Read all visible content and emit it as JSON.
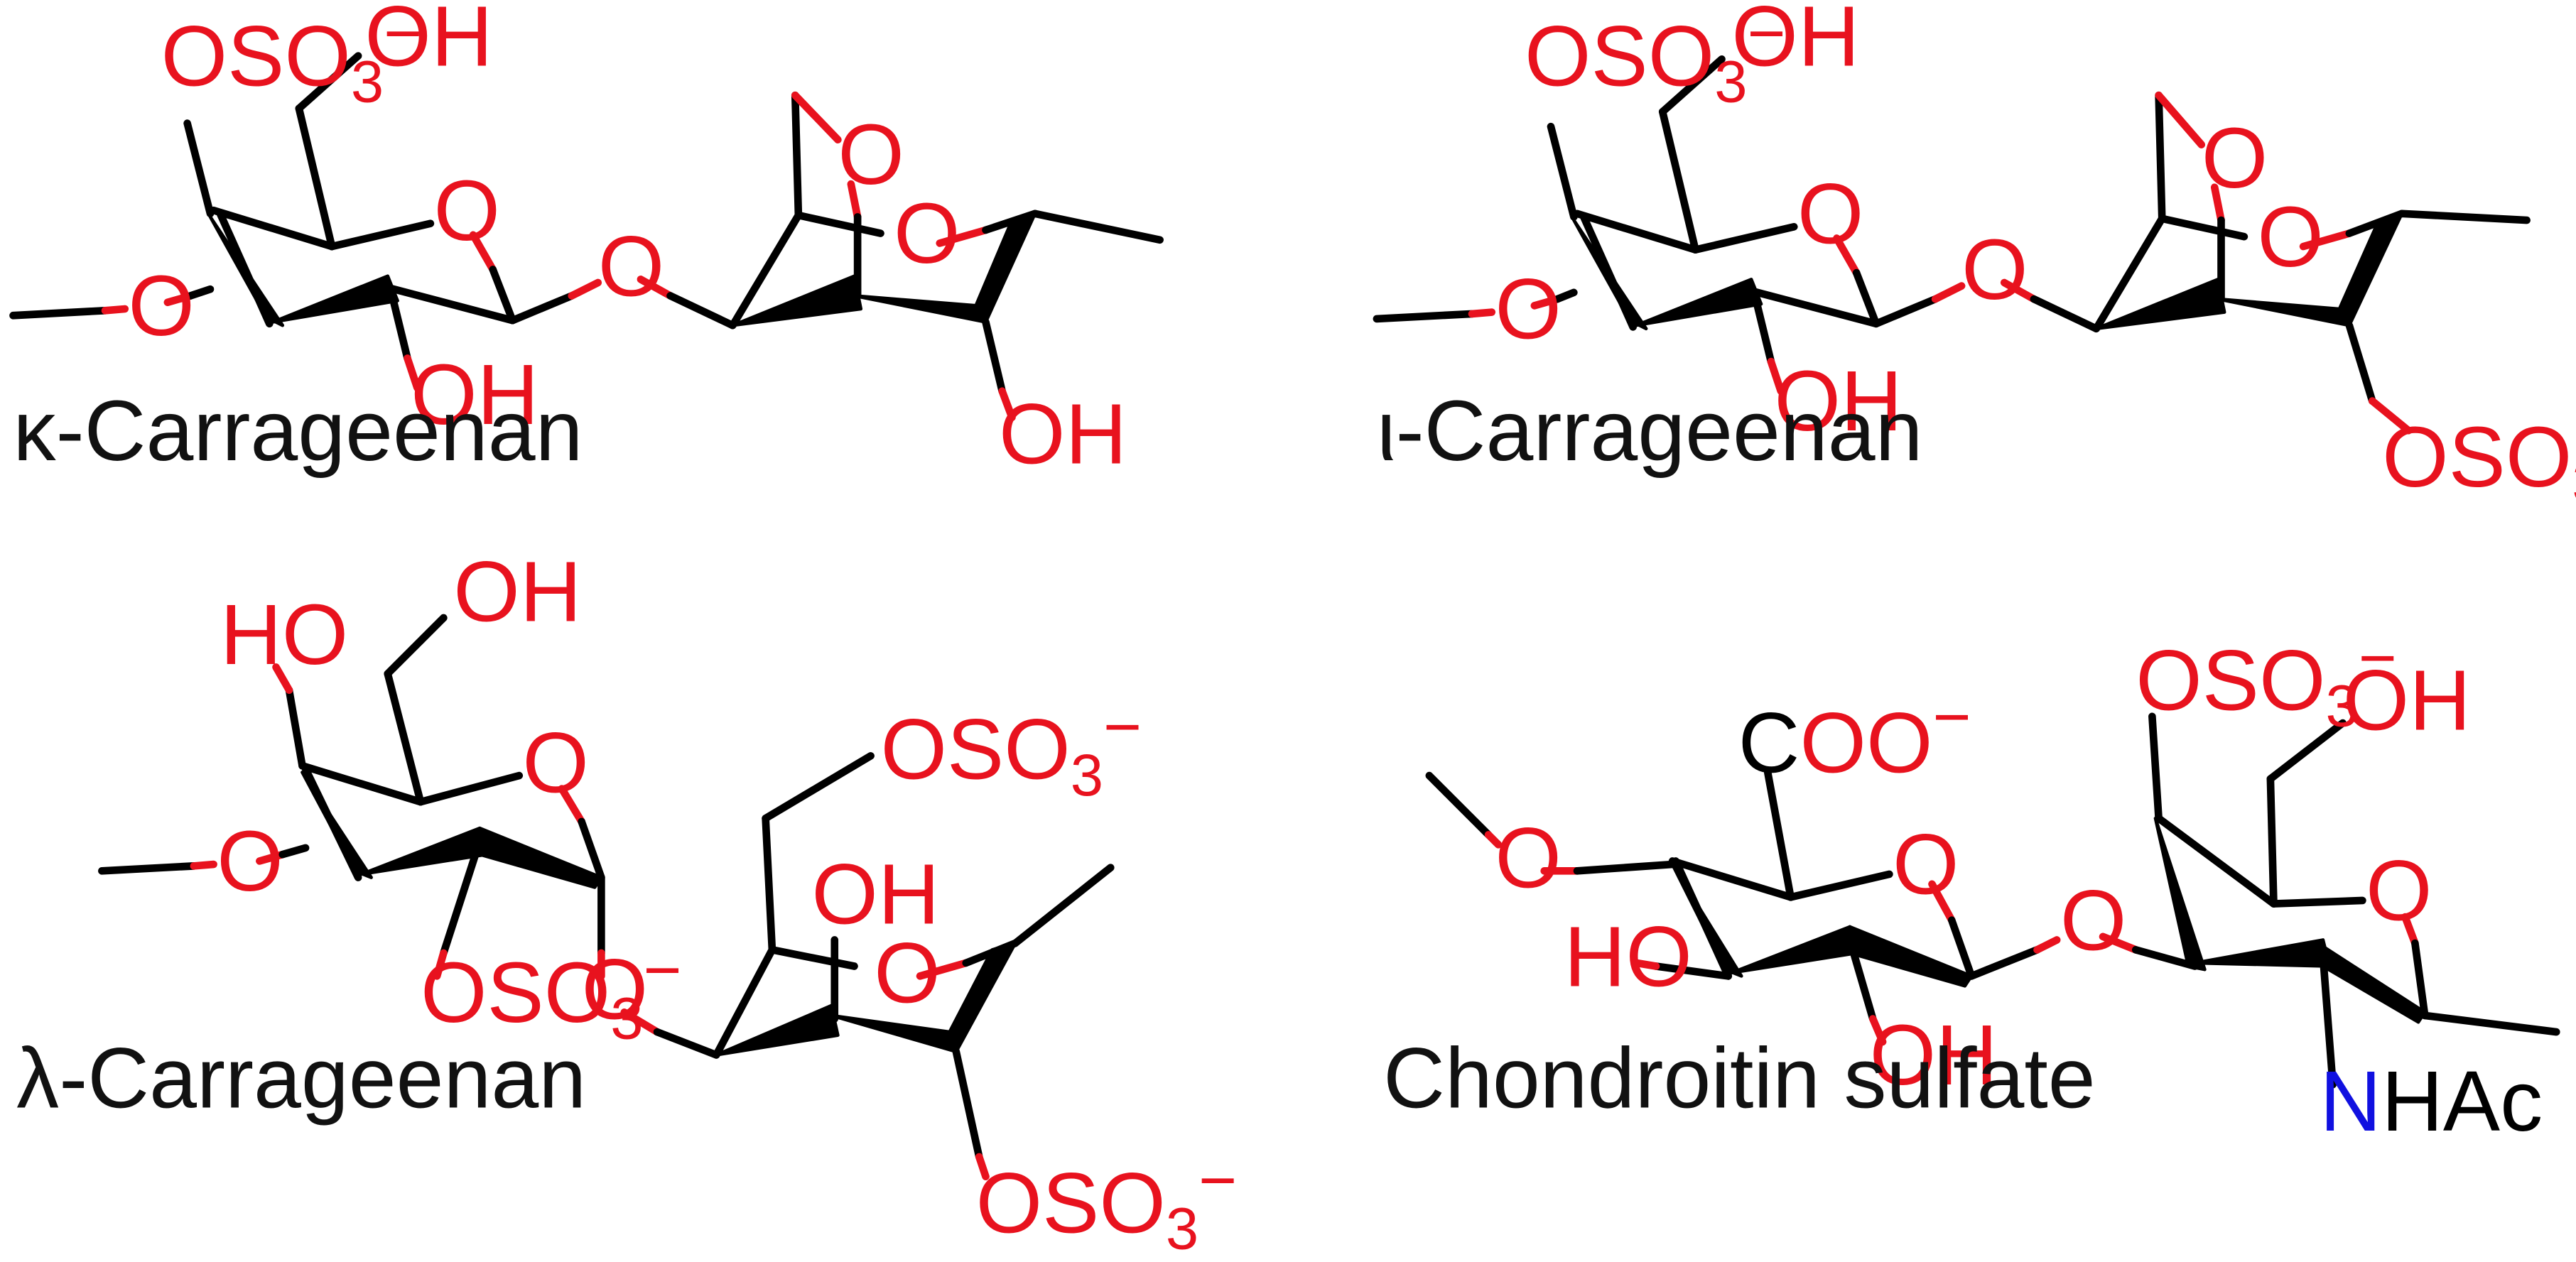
{
  "atoms": {
    "O": "O",
    "OH": "OH",
    "HO": "HO",
    "OSO": "OSO",
    "sub3": "3",
    "minus": "−",
    "C": "C",
    "OO": "OO",
    "N": "N",
    "HAc": "HAc"
  },
  "structures": [
    {
      "name": "κ-Carrageenan"
    },
    {
      "name": "ι-Carrageenan"
    },
    {
      "name": "λ-Carrageenan"
    },
    {
      "name": "Chondroitin sulfate"
    }
  ],
  "colors": {
    "heteroatom": "#e8121e",
    "nitrogen": "#1010e0",
    "bond": "#000000"
  }
}
